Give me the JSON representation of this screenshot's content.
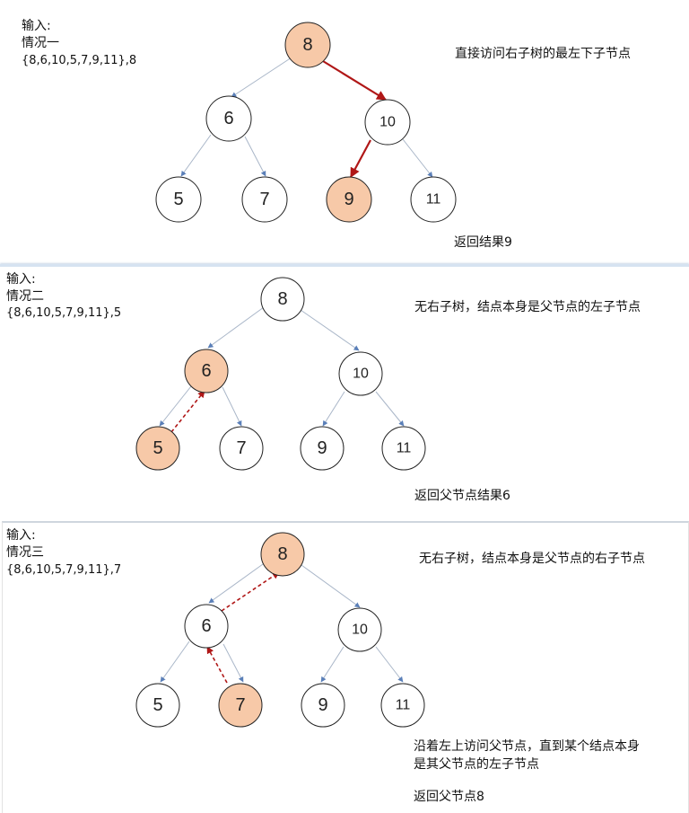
{
  "colors": {
    "highlight_fill": "#f7c9a8",
    "highlight_stroke": "#222222",
    "edge": "#a9b6c8",
    "arrow_red": "#b01717"
  },
  "panels": [
    {
      "input_label": "输入:",
      "case_label": "情况一",
      "input_value": "{8,6,10,5,7,9,11},8",
      "description_lines": [
        "直接访问右子树的最左下子节点"
      ],
      "result": "返回结果9",
      "nodes": [
        "8",
        "6",
        "10",
        "5",
        "7",
        "9",
        "11"
      ],
      "highlighted": [
        "8",
        "9"
      ]
    },
    {
      "input_label": "输入:",
      "case_label": "情况二",
      "input_value": "{8,6,10,5,7,9,11},5",
      "description_lines": [
        "无右子树，结点本身是父节点的左子节点"
      ],
      "result": "返回父节点结果6",
      "nodes": [
        "8",
        "6",
        "10",
        "5",
        "7",
        "9",
        "11"
      ],
      "highlighted": [
        "6",
        "5"
      ]
    },
    {
      "input_label": "输入:",
      "case_label": "情况三",
      "input_value": "{8,6,10,5,7,9,11},7",
      "description_lines": [
        "无右子树，结点本身是父节点的右子节点",
        "沿着左上访问父节点，直到某个结点本身",
        "是其父节点的左子节点"
      ],
      "result": "返回父节点8",
      "nodes": [
        "8",
        "6",
        "10",
        "5",
        "7",
        "9",
        "11"
      ],
      "highlighted": [
        "8",
        "7"
      ]
    }
  ]
}
